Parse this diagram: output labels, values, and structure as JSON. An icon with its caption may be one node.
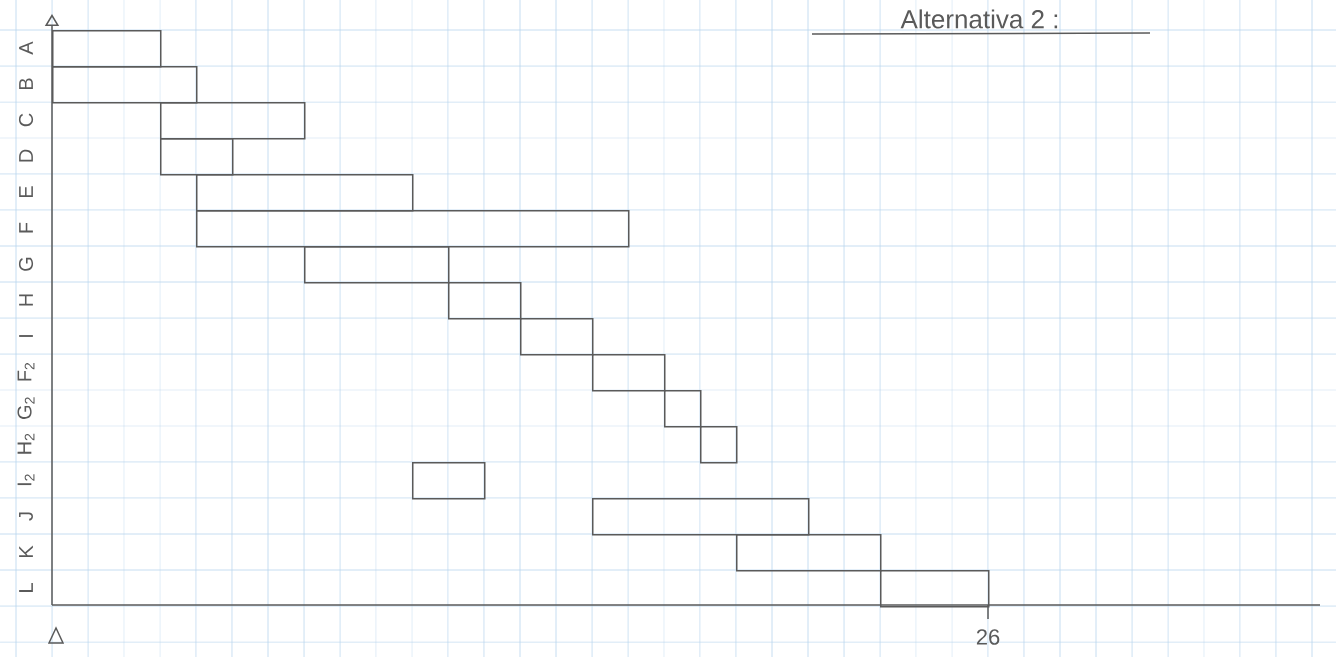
{
  "diagram": {
    "title": "Alternativa 2 :",
    "nodes": [
      {
        "text": [],
        "shape": "bar"
      },
      {
        "text": [],
        "shape": "bar"
      },
      {
        "text": [],
        "shape": "bar"
      },
      {
        "text": [],
        "shape": "bar"
      },
      {
        "text": [],
        "shape": "bar"
      },
      {
        "text": [],
        "shape": "bar"
      },
      {
        "text": [],
        "shape": "bar"
      },
      {
        "text": [],
        "shape": "bar"
      },
      {
        "text": [],
        "shape": "bar"
      },
      {
        "text": [],
        "shape": "bar"
      },
      {
        "text": [],
        "shape": "bar"
      },
      {
        "text": [],
        "shape": "bar"
      },
      {
        "text": [],
        "shape": "bar"
      },
      {
        "text": [],
        "shape": "bar"
      },
      {
        "text": [],
        "shape": "bar"
      },
      {
        "text": [],
        "shape": "bar"
      }
    ],
    "labels": [
      "A",
      "B",
      "C",
      "D",
      "E",
      "F",
      "G",
      "H",
      "I",
      "F$_{2}$",
      "G$_{2}$",
      "H$_{2}$",
      "I$_{2}$",
      "J",
      "K",
      "L",
      "26"
    ]
  }
}
